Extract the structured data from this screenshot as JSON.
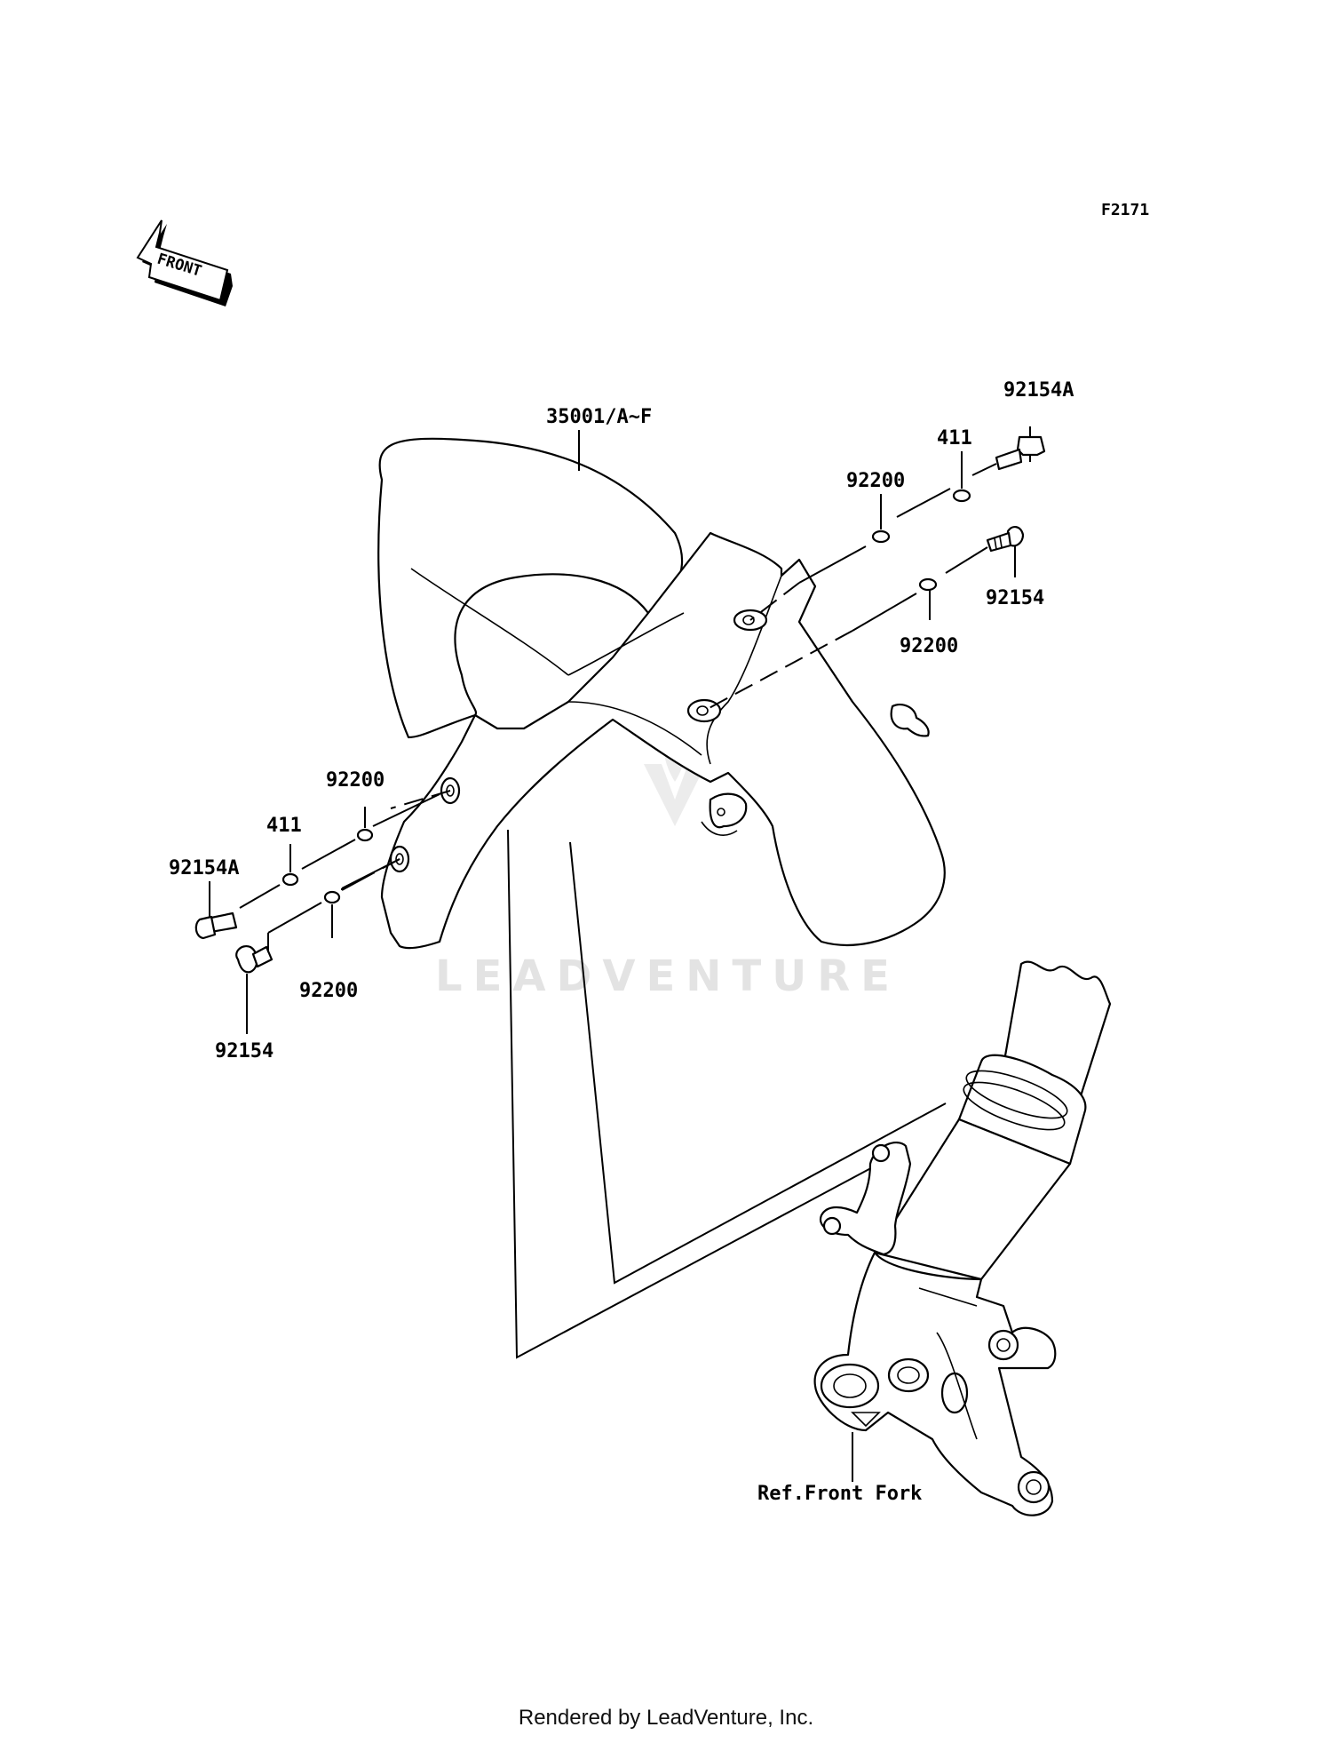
{
  "diagram_code": "F2171",
  "direction_label": "FRONT",
  "watermark": "LEADVENTURE",
  "footer": "Rendered by LeadVenture, Inc.",
  "callouts": {
    "fender": "35001/A~F",
    "bolt_a_right": "92154A",
    "washer_411_right": "411",
    "washer_92200_right_upper": "92200",
    "bolt_right": "92154",
    "washer_92200_right_lower": "92200",
    "washer_92200_left_upper": "92200",
    "washer_411_left": "411",
    "bolt_a_left": "92154A",
    "washer_92200_left_lower": "92200",
    "bolt_left": "92154",
    "front_fork_ref": "Ref.Front Fork"
  }
}
